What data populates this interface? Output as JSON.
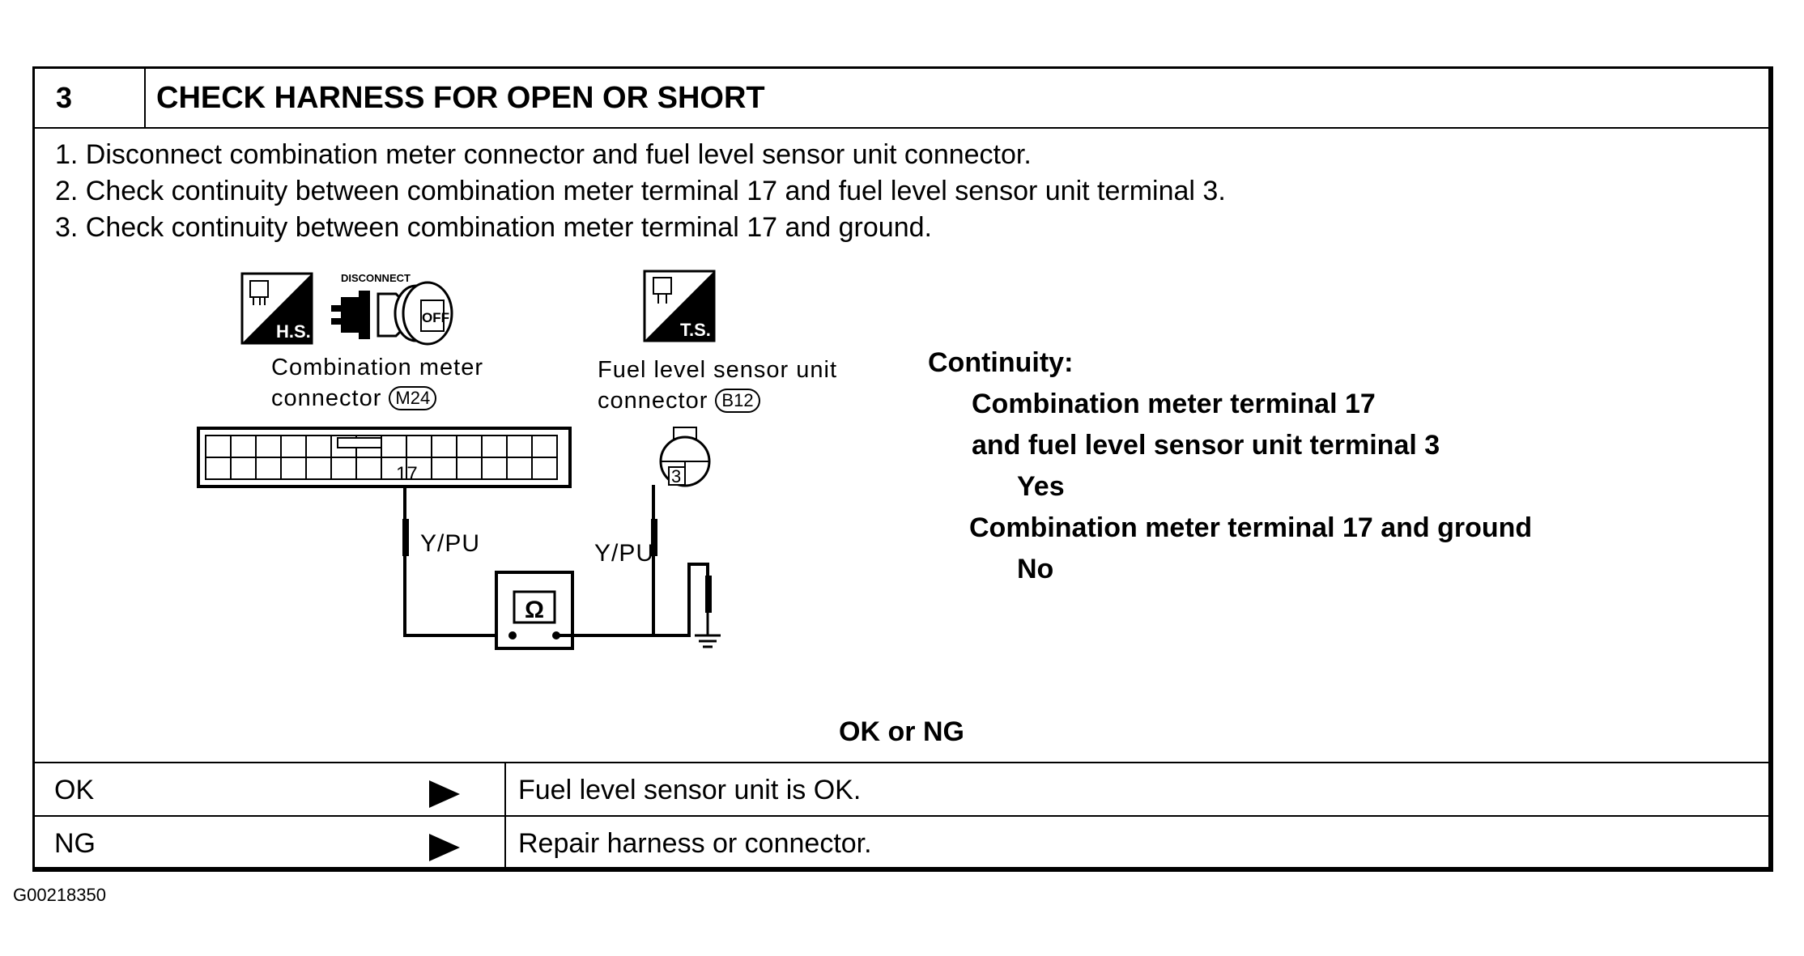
{
  "step": {
    "number": "3",
    "title": "CHECK HARNESS FOR OPEN OR SHORT"
  },
  "instructions": [
    "1.  Disconnect combination meter connector and fuel level sensor unit connector.",
    "2.  Check continuity between combination meter terminal 17 and fuel level sensor unit terminal 3.",
    "3.  Check continuity between combination meter terminal 17 and ground."
  ],
  "diagram": {
    "icon_hs_text": "H.S.",
    "icon_disconnect_text": "DISCONNECT",
    "icon_off_text": "OFF",
    "icon_ts_text": "T.S.",
    "meter_connector_line1": "Combination meter",
    "meter_connector_line2": "connector",
    "meter_connector_id": "M24",
    "sensor_connector_line1": "Fuel level sensor unit",
    "sensor_connector_line2": "connector",
    "sensor_connector_id": "B12",
    "meter_terminal": "17",
    "sensor_terminal": "3",
    "wire_color_left": "Y/PU",
    "wire_color_right": "Y/PU",
    "ohmmeter_symbol": "Ω"
  },
  "continuity": {
    "heading": "Continuity:",
    "lines": [
      "Combination meter terminal 17",
      "and fuel level sensor unit terminal 3",
      "Yes",
      "Combination meter terminal 17 and ground",
      "No"
    ]
  },
  "ok_or_ng": "OK or NG",
  "results": [
    {
      "code": "OK",
      "text": "Fuel level sensor unit is OK."
    },
    {
      "code": "NG",
      "text": "Repair harness or connector."
    }
  ],
  "figure_code": "G00218350"
}
